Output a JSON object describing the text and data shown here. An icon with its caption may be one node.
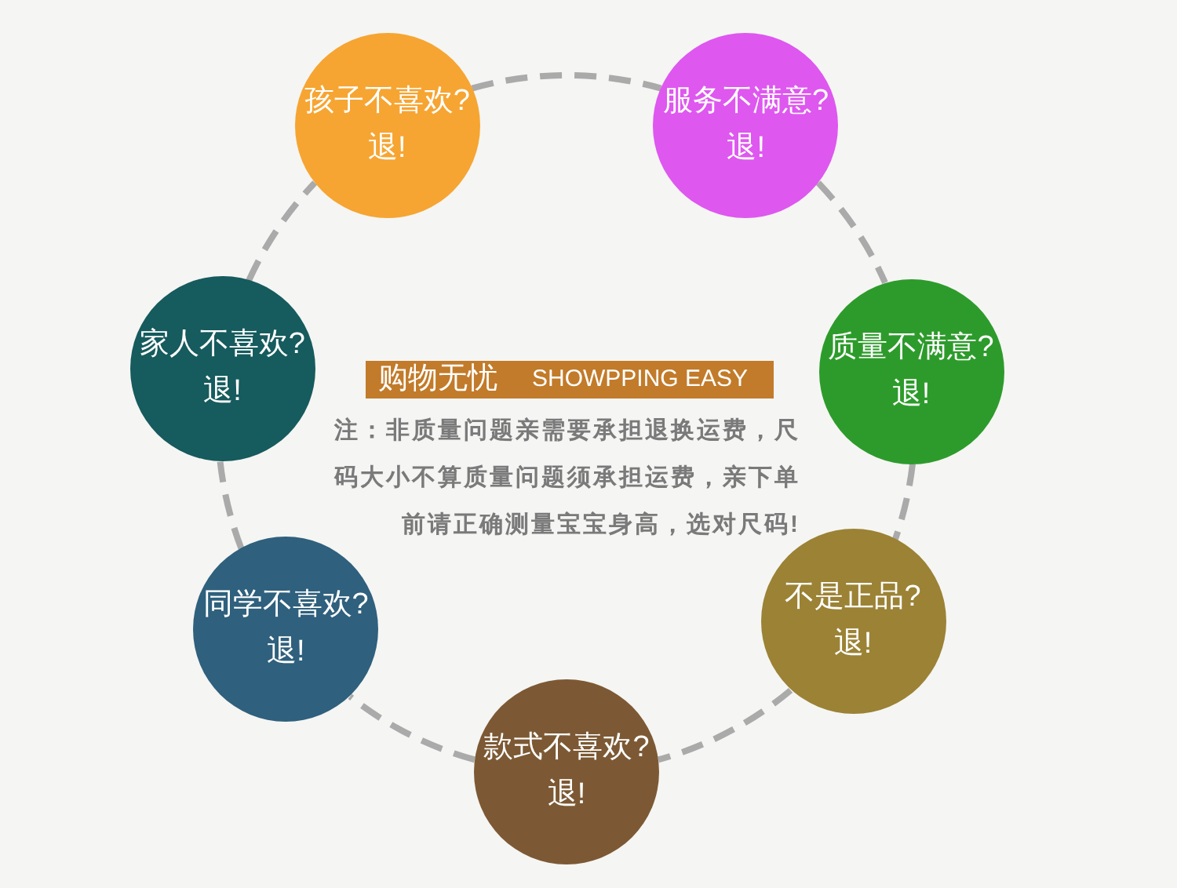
{
  "diagram": {
    "nodes": [
      {
        "text": [
          "孩子不喜欢?",
          "退!"
        ]
      },
      {
        "text": [
          "服务不满意?",
          "退!"
        ]
      },
      {
        "text": [
          "质量不满意?",
          "退!"
        ]
      },
      {
        "text": [
          "不是正品?",
          "退!"
        ]
      },
      {
        "text": [
          "款式不喜欢?",
          "退!"
        ]
      },
      {
        "text": [
          "同学不喜欢?",
          "退!"
        ]
      },
      {
        "text": [
          "家人不喜欢?",
          "退!"
        ]
      },
      {
        "text": [
          "购物无忧",
          "SHOWPPING EASY"
        ]
      }
    ],
    "edges": [
      {
        "from": 0,
        "to": 1,
        "arrow": "none",
        "style": "dashed"
      },
      {
        "from": 1,
        "to": 2,
        "arrow": "none",
        "style": "dashed"
      },
      {
        "from": 2,
        "to": 3,
        "arrow": "none",
        "style": "dashed"
      },
      {
        "from": 3,
        "to": 4,
        "arrow": "none",
        "style": "dashed"
      },
      {
        "from": 4,
        "to": 5,
        "arrow": "none",
        "style": "dashed"
      },
      {
        "from": 5,
        "to": 6,
        "arrow": "none",
        "style": "dashed"
      },
      {
        "from": 6,
        "to": 0,
        "arrow": "none",
        "style": "dashed"
      }
    ],
    "labels": [
      "注：非质量问题亲需要承担退换运费，尺码大小不算质量问题须承担运费，亲下单前请正确测量宝宝身高，选对尺码!"
    ]
  }
}
